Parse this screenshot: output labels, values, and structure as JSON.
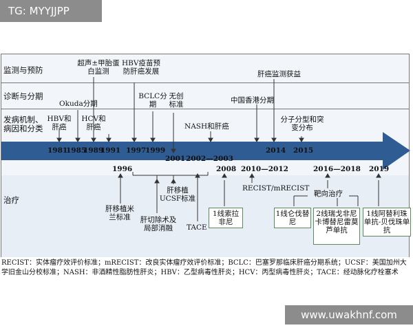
{
  "watermark_top": "TG: MYYJJPP",
  "watermark_bottom": "www.uwakhnf.com",
  "categories": {
    "monitor": "监测与预防",
    "diagnosis": "诊断与分期",
    "mechanism": "发病机制、病因和分类",
    "treatment": "治疗"
  },
  "years_top": [
    "1981",
    "1985",
    "1989",
    "1991",
    "1997",
    "1999",
    "2001",
    "2002—2003",
    "2014",
    "2015"
  ],
  "years_bottom": [
    "1996",
    "2008",
    "2010—2012",
    "2016—2018",
    "2019"
  ],
  "events": {
    "e1": "超声±甲胎蛋白监测",
    "e2": "HBV疫苗预防肝癌发展",
    "e3": "肝癌监测获益",
    "e4": "Okuda分期",
    "e5": "BCLC分期",
    "e6": "无创标准",
    "e7": "中国香港分期",
    "e8": "HBV和肝癌",
    "e9": "HCV和肝癌",
    "e10": "NASH和肝癌",
    "e11": "分子分型和突变分布",
    "t1": "肝移植米兰标准",
    "t2": "肝切除术及局部消融",
    "t3": "肝移植UCSF标准",
    "t4": "TACE",
    "t5": "RECIST/mRECIST",
    "t6": "靶向治疗"
  },
  "drugs": {
    "d1": "1线索拉非尼",
    "d2": "1线仑伐替尼",
    "d3": "2线瑞戈非尼卡博替尼雷莫芦单抗",
    "d4": "1线阿替利珠单抗-贝伐珠单抗"
  },
  "footnote": "RECIST：实体瘤疗效评价标准；mRECIST：改良实体瘤疗效评价标准；BCLC：巴塞罗那临床肝癌分期系统；UCSF：美国加州大学旧金山分校标准；NASH：非酒精性脂肪性肝炎；HBV：乙型病毒性肝炎；HCV：丙型病毒性肝炎；TACE：经动脉化疗栓塞术",
  "colors": {
    "arrow": "#2f5c92",
    "frame": "#777777",
    "box_border": "#5a8a5a"
  }
}
